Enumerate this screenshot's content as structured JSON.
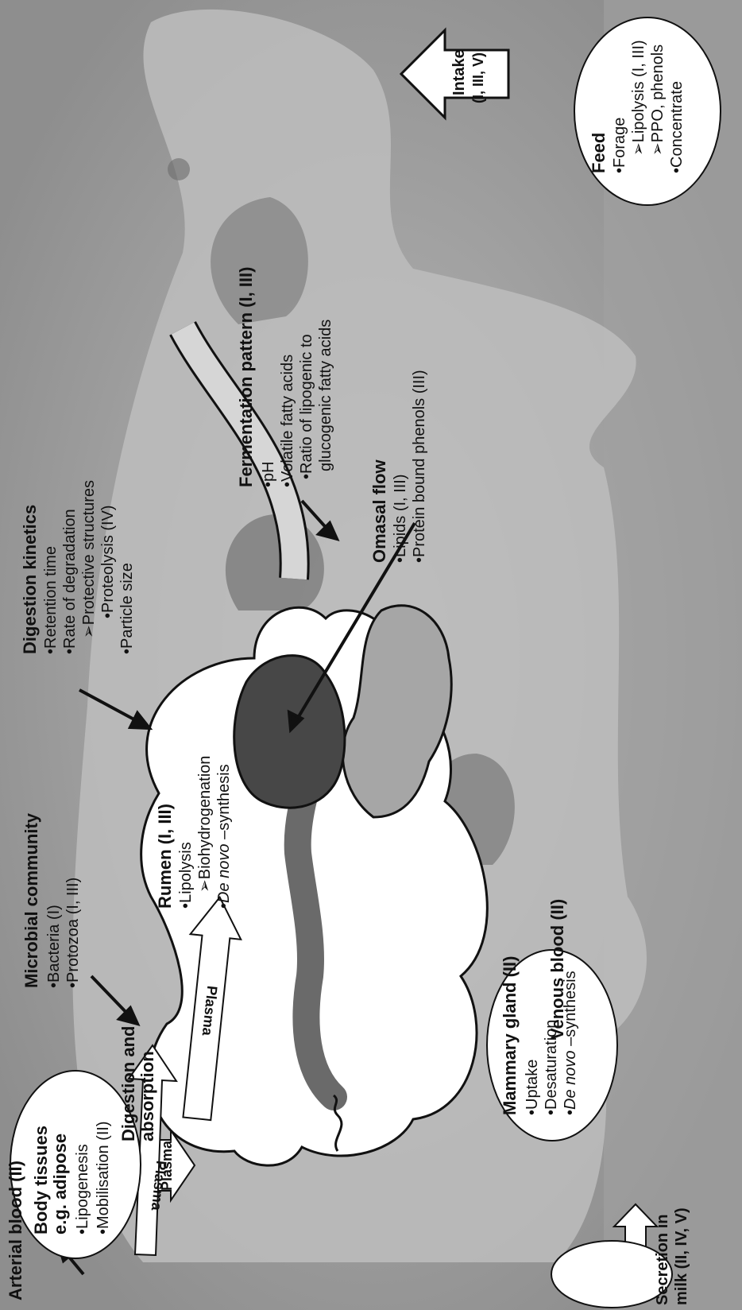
{
  "arterial": {
    "label": "Arterial blood (II)"
  },
  "body_tissues": {
    "title_1": "Body tissues",
    "title_2": "e.g. adipose",
    "items": [
      "•Lipogenesis",
      "•Mobilisation (II)"
    ]
  },
  "plasma": [
    "Plasma",
    "Plasma",
    "Plasma"
  ],
  "digestion_absorption": {
    "line_1": "Digestion and",
    "line_2": "absorption"
  },
  "microbial": {
    "title": "Microbial community",
    "items": [
      "•Bacteria (I)",
      "•Protozoa (I, III)"
    ]
  },
  "rumen": {
    "title": "Rumen (I, III)",
    "item_1": "•Lipolysis",
    "item_2": "➢Biohydrogenation",
    "item_3_em": "De novo",
    "item_3_rest": " –synthesis"
  },
  "kinetics": {
    "title": "Digestion kinetics",
    "items": [
      "•Retention time",
      "•Rate of degradation",
      "➢Protective structures",
      "•Proteolysis (IV)",
      "•Particle size"
    ]
  },
  "fermentation": {
    "title": "Fermentation pattern (I, III)",
    "items": [
      "•pH",
      "•Volatile fatty acids",
      "•Ratio of lipogenic to",
      "glucogenic fatty acids"
    ]
  },
  "omasal": {
    "title": "Omasal flow",
    "items": [
      "•Lipids (I, III)",
      "•Protein bound phenols (III)"
    ]
  },
  "venous": {
    "label": "Venous blood (II)"
  },
  "mammary": {
    "title": "Mammary gland (II)",
    "item_1": "•Uptake",
    "item_2": "•Desaturation",
    "item_3_em": "De novo",
    "item_3_rest": " –synthesis"
  },
  "secretion": {
    "line_1": "Secretion in",
    "line_2": "milk (II, IV, V)"
  },
  "intake": {
    "line_1": "Intake",
    "line_2": "(I, III, V)"
  },
  "feed": {
    "title": "Feed",
    "items": [
      "•Forage",
      "➢Lipolysis (I, III)",
      "➢PPO, phenols",
      "•Concentrate"
    ]
  }
}
